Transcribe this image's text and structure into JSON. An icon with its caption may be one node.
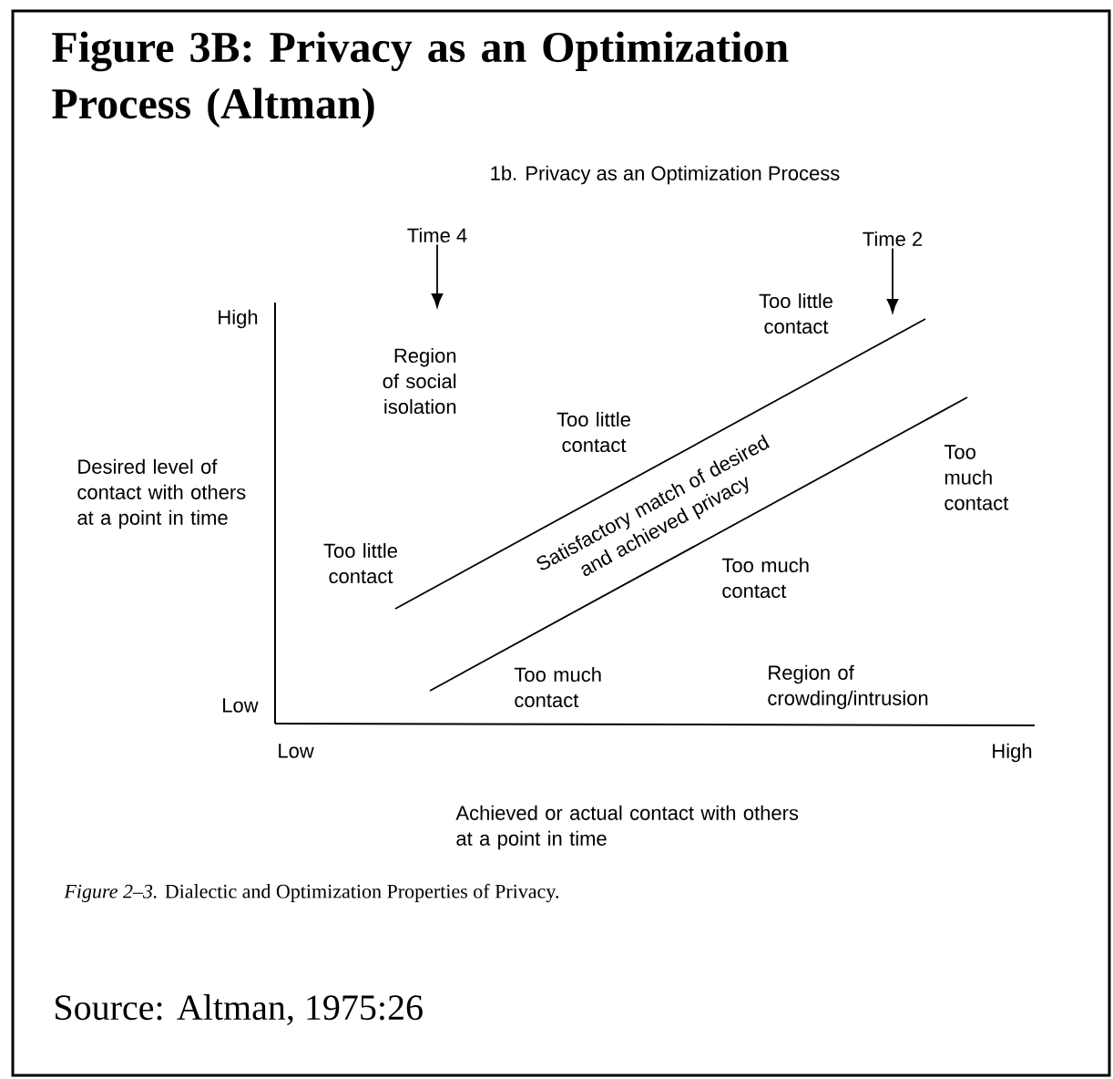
{
  "diagram": {
    "title": "Figure 3B: Privacy as an Optimization Process (Altman)",
    "caption": "*Figure 2–3.* Dialectic and Optimization Properties of Privacy.",
    "nodes": [
      {
        "text": [
          "Time 4"
        ]
      },
      {
        "text": [
          "Time 2"
        ]
      }
    ],
    "edges": [
      {
        "from": 0,
        "to": null,
        "arrow": "to"
      },
      {
        "from": 1,
        "to": null,
        "arrow": "to"
      }
    ],
    "labels": [
      "1b. Privacy as an Optimization Process",
      "High",
      "Too little contact",
      "Region of social isolation",
      "Too little contact",
      "Desired level of contact with others at a point in time",
      "Satisfactory match of desired and achieved privacy",
      "Too much contact",
      "Too little contact",
      "Too much contact",
      "Too much contact",
      "Region of crowding/intrusion",
      "Low",
      "Low",
      "High",
      "Achieved or actual contact with others at a point in time",
      "Source: Altman, 1975:26"
    ]
  }
}
